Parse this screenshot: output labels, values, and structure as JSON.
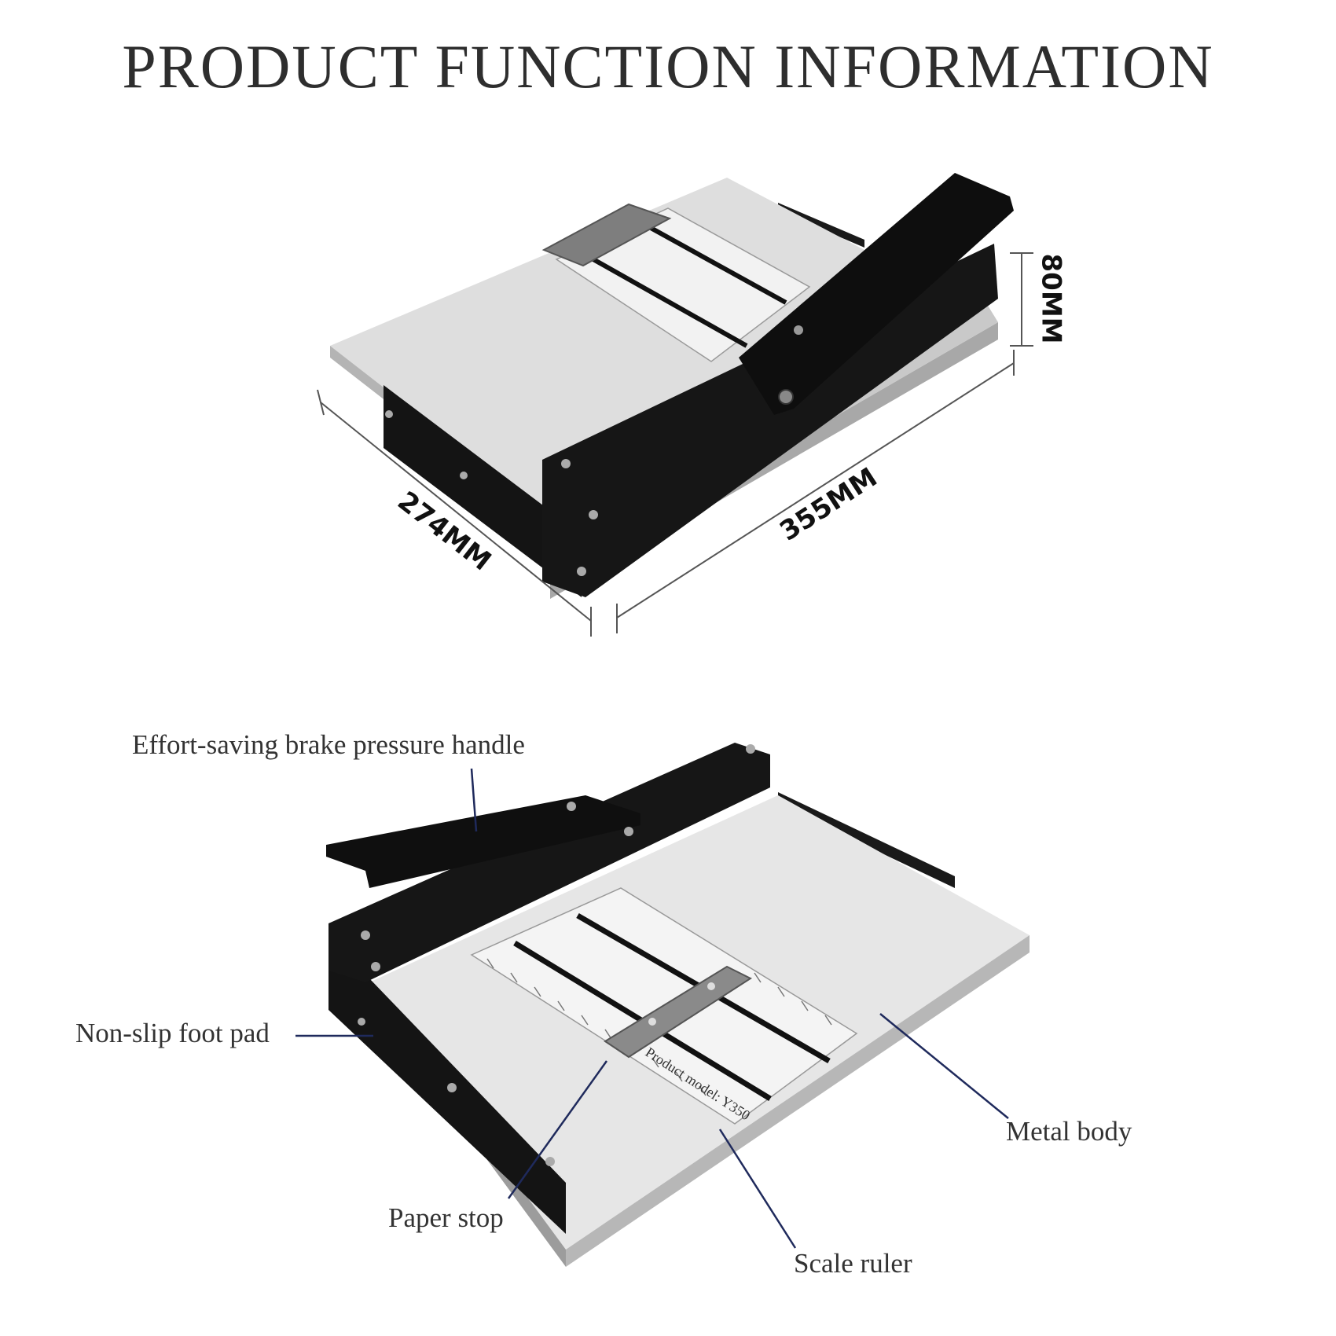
{
  "title": "PRODUCT FUNCTION INFORMATION",
  "dimensions": {
    "width": "274MM",
    "length": "355MM",
    "height": "80MM"
  },
  "product_model_text": "Product model: Y350",
  "callouts": {
    "handle": "Effort-saving brake pressure handle",
    "foot_pad": "Non-slip foot pad",
    "paper_stop": "Paper stop",
    "scale_ruler": "Scale ruler",
    "metal_body": "Metal body"
  },
  "colors": {
    "frame_black": "#111111",
    "plate_gray": "#d9d9d9",
    "callout_line": "#1f2a5c"
  }
}
